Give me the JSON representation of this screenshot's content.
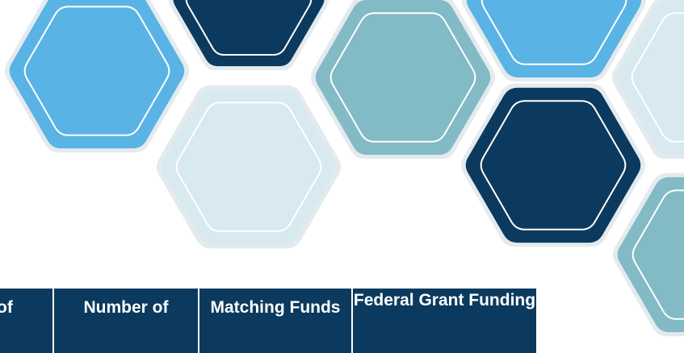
{
  "colors": {
    "dark_navy": "#0b3a5e",
    "sky_blue": "#5ab3e5",
    "teal": "#82bac6",
    "pale_blue": "#d8e9f0",
    "halo": "#e4eaee",
    "outline": "#ffffff"
  },
  "decoration": {
    "hexagons": [
      {
        "name": "hex-sky-left",
        "color": "sky_blue"
      },
      {
        "name": "hex-navy-top",
        "color": "dark_navy"
      },
      {
        "name": "hex-teal-top",
        "color": "teal"
      },
      {
        "name": "hex-sky-top-right",
        "color": "sky_blue"
      },
      {
        "name": "hex-pale-right-edge",
        "color": "pale_blue"
      },
      {
        "name": "hex-pale-center",
        "color": "pale_blue"
      },
      {
        "name": "hex-navy-right",
        "color": "dark_navy"
      },
      {
        "name": "hex-teal-bottom-right",
        "color": "teal"
      }
    ]
  },
  "table": {
    "headers": [
      "of",
      "Number of",
      "Matching Funds",
      "Federal Grant Funding"
    ]
  }
}
